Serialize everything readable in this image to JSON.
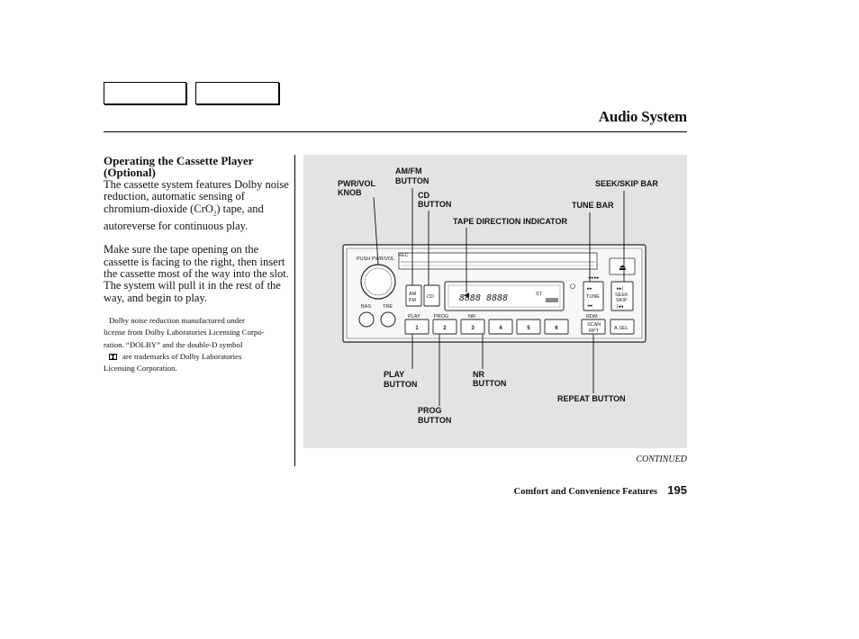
{
  "header": {
    "title": "Audio System"
  },
  "section": {
    "heading_line1": "Operating the Cassette Player",
    "heading_line2": "(Optional)",
    "para1_a": "The cassette system features Dolby noise reduction, automatic sensing of chromium-dioxide (CrO",
    "para1_sub": "2",
    "para1_b": ") tape, and autoreverse for continuous play.",
    "para2": "Make sure the tape opening on the cassette is facing to the right, then insert the cassette most of the way into the slot. The system will pull it in the rest of the way, and begin to play.",
    "note_line1": "Dolby noise reduction manufactured under",
    "note_line2": "license from Dolby Laboratories Licensing Corpo-",
    "note_line3": "ration. “DOLBY” and the double-D symbol",
    "note_line4": "are trademarks of Dolby Laboratories",
    "note_line5": "Licensing Corporation."
  },
  "diagram": {
    "labels": {
      "pwr_vol_1": "PWR/VOL",
      "pwr_vol_2": "KNOB",
      "amfm_1": "AM/FM",
      "amfm_2": "BUTTON",
      "cd_1": "CD",
      "cd_2": "BUTTON",
      "seek_skip": "SEEK/SKIP BAR",
      "tune_bar": "TUNE BAR",
      "tape_dir": "TAPE DIRECTION INDICATOR",
      "play_1": "PLAY",
      "play_2": "BUTTON",
      "nr_1": "NR",
      "nr_2": "BUTTON",
      "repeat": "REPEAT BUTTON",
      "prog_1": "PROG",
      "prog_2": "BUTTON"
    },
    "unit": {
      "knob_label": "PUSH PWR/VOL",
      "bass": "BAS",
      "treble": "TRE",
      "am": "AM",
      "fm": "FM",
      "cd": "CD",
      "tune": "TUNE",
      "seek": "SEEK",
      "skip": "SKIP",
      "scan": "SCAN",
      "rpt": "RPT",
      "a_sel": "A.SEL",
      "rdm": "RDM",
      "play": "PLAY",
      "prog": "PROG",
      "nr": "NR",
      "rew": "REW",
      "ff": "FF",
      "rec": "REC",
      "display_digits": "8888 8888",
      "st": "ST",
      "presets": [
        "1",
        "2",
        "3",
        "4",
        "5",
        "6"
      ]
    }
  },
  "footer": {
    "continued": "CONTINUED",
    "section_name": "Comfort and Convenience Features",
    "page_number": "195"
  }
}
